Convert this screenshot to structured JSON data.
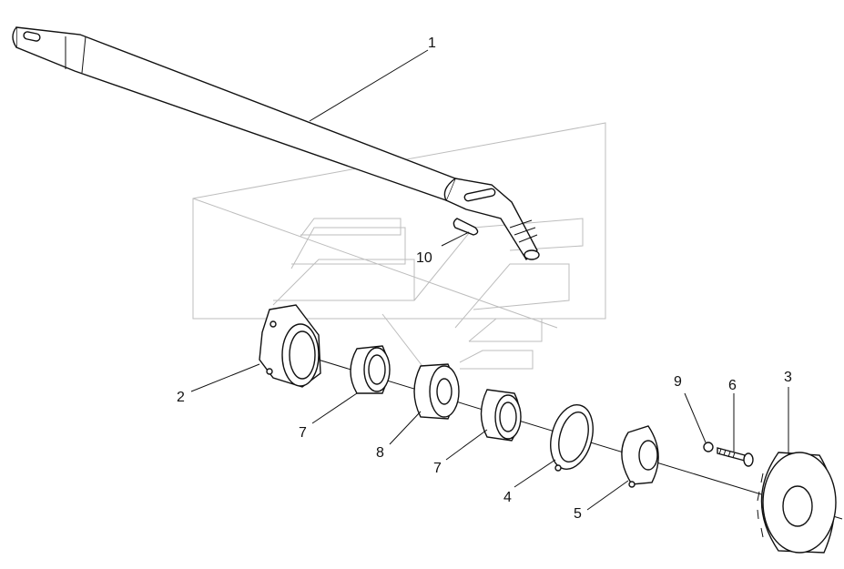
{
  "diagram": {
    "callouts": [
      {
        "id": "1",
        "text": "1"
      },
      {
        "id": "2",
        "text": "2"
      },
      {
        "id": "3",
        "text": "3"
      },
      {
        "id": "4",
        "text": "4"
      },
      {
        "id": "5",
        "text": "5"
      },
      {
        "id": "6",
        "text": "6"
      },
      {
        "id": "7a",
        "text": "7"
      },
      {
        "id": "7b",
        "text": "7"
      },
      {
        "id": "8",
        "text": "8"
      },
      {
        "id": "9",
        "text": "9"
      },
      {
        "id": "10",
        "text": "10"
      }
    ],
    "parts": [
      "shaft",
      "housing",
      "wheel-hub",
      "gasket",
      "cover-flange",
      "bolt",
      "bearing-race",
      "double-row-bearing",
      "lock-washer",
      "key"
    ]
  }
}
